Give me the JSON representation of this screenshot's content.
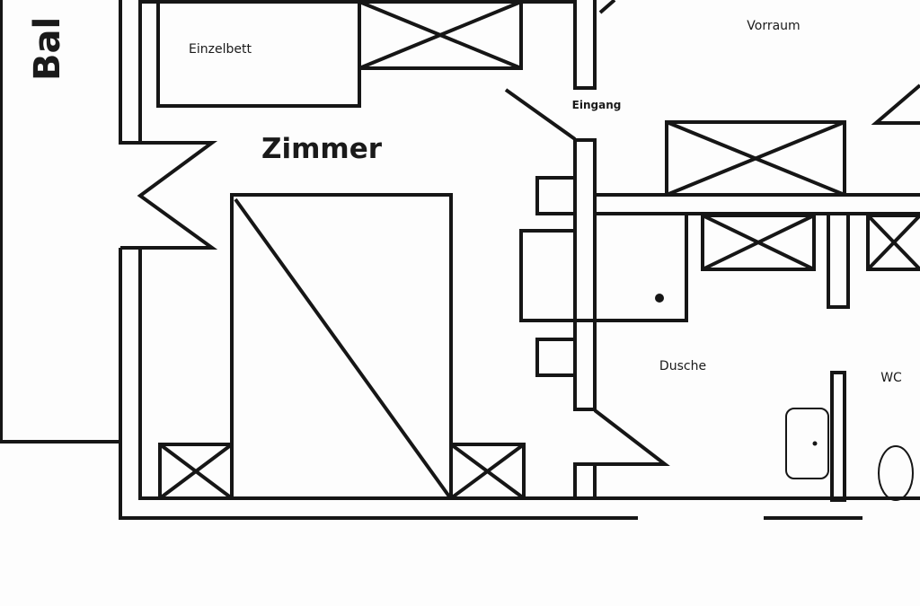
{
  "plan": {
    "rooms": {
      "balcony": "Bal",
      "single_bed": "Einzelbett",
      "room": "Zimmer",
      "entrance": "Eingang",
      "hall": "Vorraum",
      "shower": "Dusche",
      "wc": "WC"
    },
    "colors": {
      "line": "#161616",
      "background": "#fdfdfd"
    }
  }
}
